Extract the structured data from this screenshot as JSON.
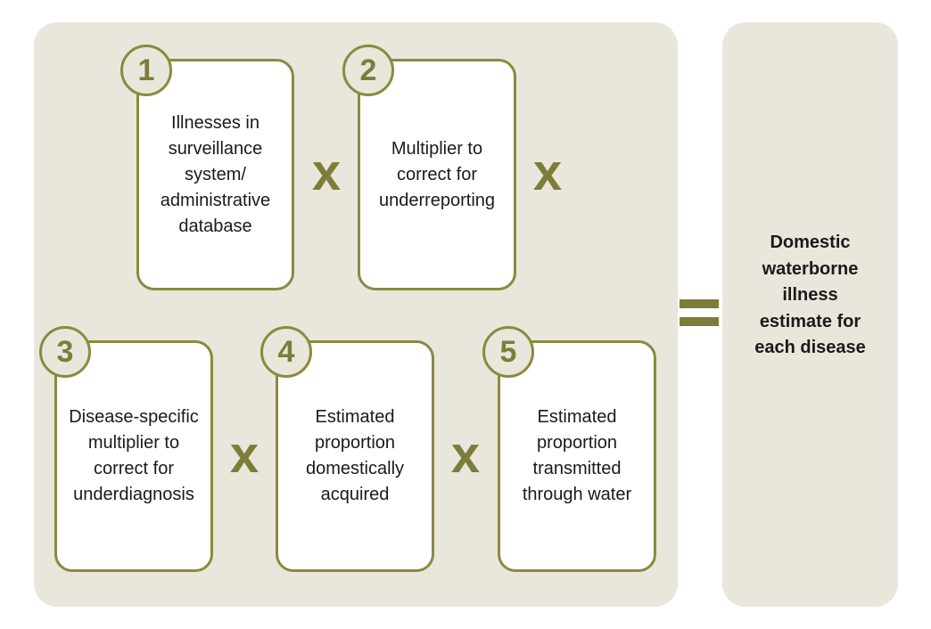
{
  "steps": [
    {
      "number": "1",
      "text": "Illnesses in surveillance system/ administrative database"
    },
    {
      "number": "2",
      "text": "Multiplier to correct for underreporting"
    },
    {
      "number": "3",
      "text": "Disease-specific multiplier to correct for underdiagnosis"
    },
    {
      "number": "4",
      "text": "Estimated proportion domestically acquired"
    },
    {
      "number": "5",
      "text": "Estimated proportion transmitted through water"
    }
  ],
  "operators": {
    "multiply": "x"
  },
  "result": {
    "text": "Domestic waterborne illness estimate for each disease"
  },
  "colors": {
    "panel_background": "#e9e6dc",
    "accent_olive": "#8a8a3f",
    "box_background": "#ffffff"
  }
}
